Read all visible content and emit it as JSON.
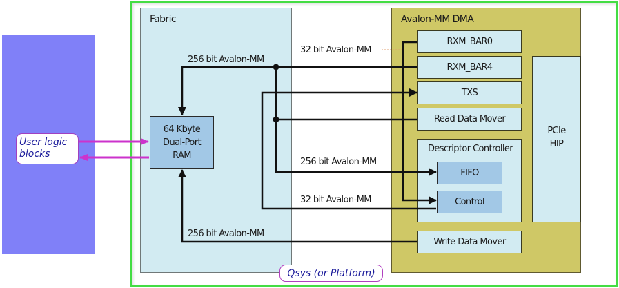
{
  "diagram": {
    "user_logic_label": "User logic blocks",
    "qsys_label": "Qsys (or Platform)",
    "fabric": {
      "title": "Fabric",
      "ram_label": "64 Kbyte Dual-Port RAM",
      "ram_lines": [
        "64 Kbyte",
        "Dual-Port",
        "RAM"
      ]
    },
    "dma": {
      "title": "Avalon-MM DMA",
      "blocks": {
        "rxm_bar0": "RXM_BAR0",
        "rxm_bar4": "RXM_BAR4",
        "txs": "TXS",
        "read_data_mover": "Read Data Mover",
        "descriptor_controller": "Descriptor Controller",
        "fifo": "FIFO",
        "control": "Control",
        "write_data_mover": "Write Data Mover",
        "pcie_hip_lines": [
          "PCIe",
          "HIP"
        ]
      }
    },
    "bus_labels": {
      "top_256": "256 bit Avalon-MM",
      "top_32": "32 bit Avalon-MM",
      "mid_256": "256 bit Avalon-MM",
      "mid_32": "32 bit Avalon-MM",
      "bottom_256": "256 bit Avalon-MM"
    },
    "colors": {
      "user_block": "#8080f8",
      "qsys_border": "#44dd44",
      "fabric_fill": "#d2ebf2",
      "dma_fill": "#cfc866",
      "ram_fill": "#a2c8e6",
      "user_arrows": "#cc33cc",
      "label_text": "#1a1a9a"
    }
  }
}
